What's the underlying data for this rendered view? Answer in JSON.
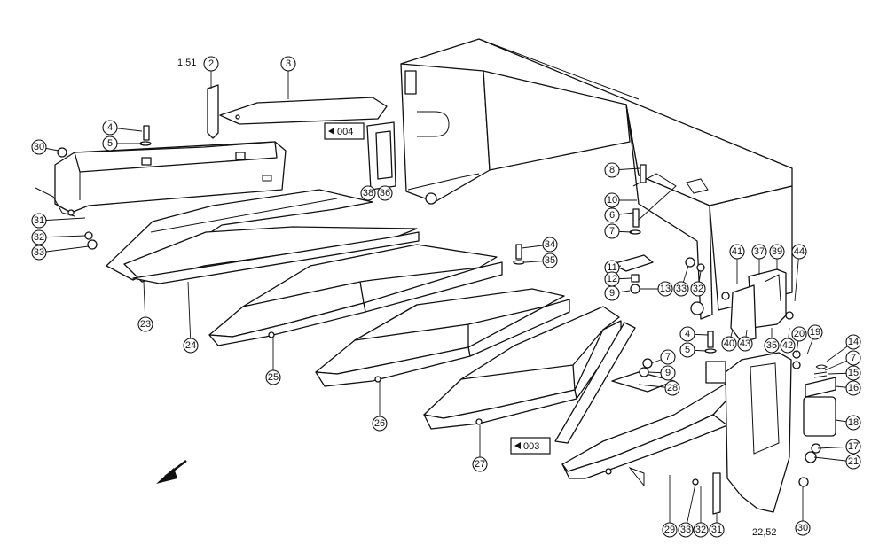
{
  "callouts": [
    {
      "id": "c-2",
      "label": "2"
    },
    {
      "id": "c-3",
      "label": "3"
    },
    {
      "id": "c-4a",
      "label": "4"
    },
    {
      "id": "c-5a",
      "label": "5"
    },
    {
      "id": "c-30a",
      "label": "30"
    },
    {
      "id": "c-31a",
      "label": "31"
    },
    {
      "id": "c-32a",
      "label": "32"
    },
    {
      "id": "c-33a",
      "label": "33"
    },
    {
      "id": "c-23",
      "label": "23"
    },
    {
      "id": "c-24",
      "label": "24"
    },
    {
      "id": "c-25",
      "label": "25"
    },
    {
      "id": "c-26",
      "label": "26"
    },
    {
      "id": "c-27",
      "label": "27"
    },
    {
      "id": "c-28",
      "label": "28"
    },
    {
      "id": "c-29",
      "label": "29"
    },
    {
      "id": "c-33b",
      "label": "33"
    },
    {
      "id": "c-32b",
      "label": "32"
    },
    {
      "id": "c-31b",
      "label": "31"
    },
    {
      "id": "c-30b",
      "label": "30"
    },
    {
      "id": "c-34",
      "label": "34"
    },
    {
      "id": "c-35a",
      "label": "35"
    },
    {
      "id": "c-38",
      "label": "38"
    },
    {
      "id": "c-36",
      "label": "36"
    },
    {
      "id": "c-8",
      "label": "8"
    },
    {
      "id": "c-10",
      "label": "10"
    },
    {
      "id": "c-6",
      "label": "6"
    },
    {
      "id": "c-7a",
      "label": "7"
    },
    {
      "id": "c-11",
      "label": "11"
    },
    {
      "id": "c-12",
      "label": "12"
    },
    {
      "id": "c-9a",
      "label": "9"
    },
    {
      "id": "c-13",
      "label": "13"
    },
    {
      "id": "c-33c",
      "label": "33"
    },
    {
      "id": "c-32c",
      "label": "32"
    },
    {
      "id": "c-41",
      "label": "41"
    },
    {
      "id": "c-37",
      "label": "37"
    },
    {
      "id": "c-39",
      "label": "39"
    },
    {
      "id": "c-44",
      "label": "44"
    },
    {
      "id": "c-4b",
      "label": "4"
    },
    {
      "id": "c-5b",
      "label": "5"
    },
    {
      "id": "c-7b",
      "label": "7"
    },
    {
      "id": "c-9b",
      "label": "9"
    },
    {
      "id": "c-40",
      "label": "40"
    },
    {
      "id": "c-43",
      "label": "43"
    },
    {
      "id": "c-35b",
      "label": "35"
    },
    {
      "id": "c-42",
      "label": "42"
    },
    {
      "id": "c-20",
      "label": "20"
    },
    {
      "id": "c-19",
      "label": "19"
    },
    {
      "id": "c-14",
      "label": "14"
    },
    {
      "id": "c-7c",
      "label": "7"
    },
    {
      "id": "c-15",
      "label": "15"
    },
    {
      "id": "c-16",
      "label": "16"
    },
    {
      "id": "c-18",
      "label": "18"
    },
    {
      "id": "c-17",
      "label": "17"
    },
    {
      "id": "c-21",
      "label": "21"
    }
  ],
  "plain_labels": [
    {
      "id": "t-151",
      "text": "1,51"
    },
    {
      "id": "t-2252",
      "text": "22,52"
    }
  ],
  "references": [
    {
      "id": "ref-004",
      "text": "004"
    },
    {
      "id": "ref-003",
      "text": "003"
    }
  ]
}
